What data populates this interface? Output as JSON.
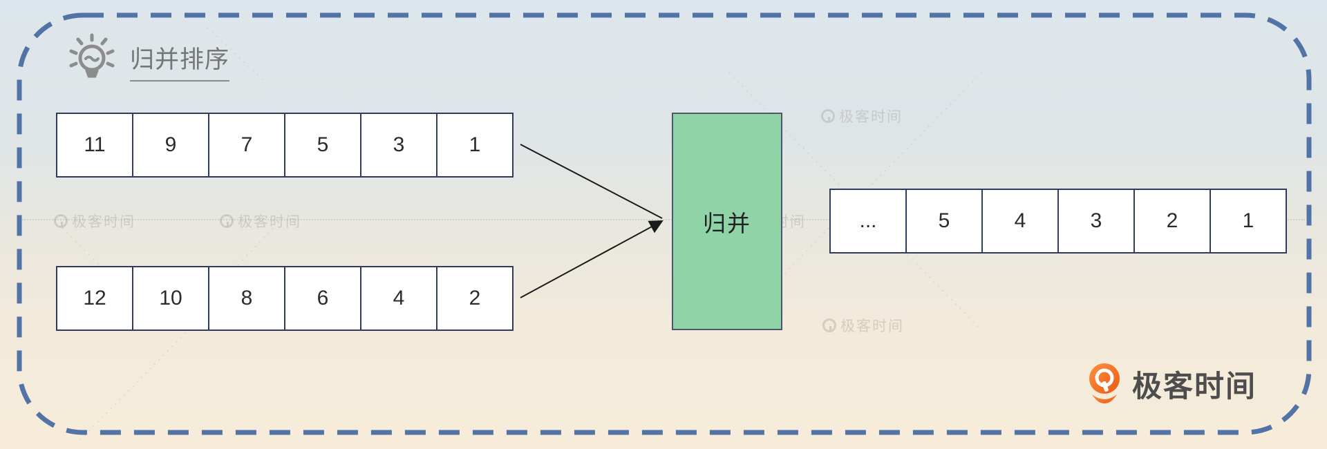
{
  "title": {
    "label": "归并排序"
  },
  "merge_box": {
    "label": "归并"
  },
  "arrays": {
    "top": [
      "11",
      "9",
      "7",
      "5",
      "3",
      "1"
    ],
    "bottom": [
      "12",
      "10",
      "8",
      "6",
      "4",
      "2"
    ],
    "result": [
      "...",
      "5",
      "4",
      "3",
      "2",
      "1"
    ]
  },
  "brand": {
    "name": "极客时间"
  },
  "watermark": {
    "text": "极客时间"
  },
  "colors": {
    "border_dash": "#5273a6",
    "cell_border": "#303a5d",
    "merge_fill": "#8fd3a7",
    "merge_border": "#4a5670",
    "brand_orange": "#ee6722",
    "title_gray": "#767676",
    "arrow": "#1a1a1a",
    "bg_top": "#dde6ec",
    "bg_bottom": "#f7ecd9"
  }
}
